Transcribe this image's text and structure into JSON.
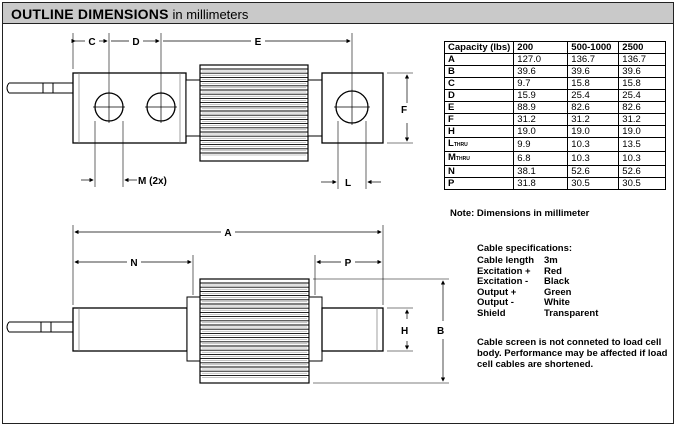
{
  "header": {
    "title": "OUTLINE DIMENSIONS",
    "subtitle": "in millimeters"
  },
  "labels": {
    "C": "C",
    "D": "D",
    "E": "E",
    "F": "F",
    "H": "H",
    "L": "L",
    "M": "M (2x)",
    "A": "A",
    "N": "N",
    "P": "P",
    "B": "B"
  },
  "table": {
    "headers": [
      "Capacity (lbs)",
      "200",
      "500-1000",
      "2500"
    ],
    "rows": [
      {
        "name": "A",
        "sub": "",
        "v": [
          "127.0",
          "136.7",
          "136.7"
        ]
      },
      {
        "name": "B",
        "sub": "",
        "v": [
          "39.6",
          "39.6",
          "39.6"
        ]
      },
      {
        "name": "C",
        "sub": "",
        "v": [
          "9.7",
          "15.8",
          "15.8"
        ]
      },
      {
        "name": "D",
        "sub": "",
        "v": [
          "15.9",
          "25.4",
          "25.4"
        ]
      },
      {
        "name": "E",
        "sub": "",
        "v": [
          "88.9",
          "82.6",
          "82.6"
        ]
      },
      {
        "name": "F",
        "sub": "",
        "v": [
          "31.2",
          "31.2",
          "31.2"
        ]
      },
      {
        "name": "H",
        "sub": "",
        "v": [
          "19.0",
          "19.0",
          "19.0"
        ]
      },
      {
        "name": "L",
        "sub": "THRU",
        "v": [
          "9.9",
          "10.3",
          "13.5"
        ]
      },
      {
        "name": "M",
        "sub": "THRU",
        "v": [
          "6.8",
          "10.3",
          "10.3"
        ]
      },
      {
        "name": "N",
        "sub": "",
        "v": [
          "38.1",
          "52.6",
          "52.6"
        ]
      },
      {
        "name": "P",
        "sub": "",
        "v": [
          "31.8",
          "30.5",
          "30.5"
        ]
      }
    ]
  },
  "note": "Note: Dimensions in millimeter",
  "cable": {
    "title": "Cable specifications:",
    "items": [
      {
        "k": "Cable length",
        "v": "3m"
      },
      {
        "k": "Excitation +",
        "v": "Red"
      },
      {
        "k": "Excitation -",
        "v": "Black"
      },
      {
        "k": "Output +",
        "v": "Green"
      },
      {
        "k": "Output -",
        "v": "White"
      },
      {
        "k": "Shield",
        "v": "Transparent"
      }
    ]
  },
  "warning": "Cable screen is not conneted to load cell body. Performance may be affected if load cell cables are shortened."
}
